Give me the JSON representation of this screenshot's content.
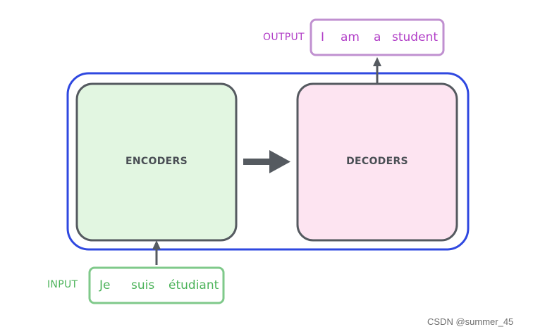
{
  "diagram": {
    "encoder_label": "ENCODERS",
    "decoder_label": "DECODERS",
    "input": {
      "label": "INPUT",
      "tokens": [
        "Je",
        "suis",
        "étudiant"
      ]
    },
    "output": {
      "label": "OUTPUT",
      "tokens": [
        "I",
        "am",
        "a",
        "student"
      ]
    }
  },
  "watermark": "CSDN @summer_45",
  "colors": {
    "container_border": "#2f48e0",
    "block_border": "#555a60",
    "encoder_fill": "#e2f6e1",
    "decoder_fill": "#fde4f1",
    "arrow": "#555a60",
    "input_color": "#4cb35a",
    "input_border": "#7fc98a",
    "output_color": "#b13ec7",
    "output_border": "#c090d0"
  }
}
